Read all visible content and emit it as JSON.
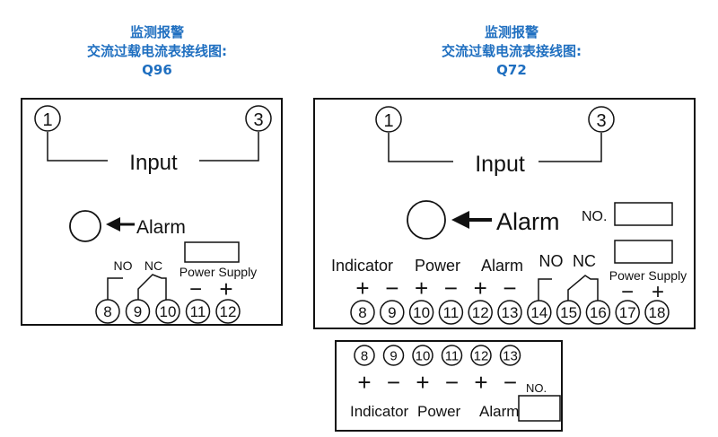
{
  "titles": {
    "left": {
      "line1": "监测报警",
      "line2": "交流过载电流表接线图:",
      "model": "Q96"
    },
    "right": {
      "line1": "监测报警",
      "line2": "交流过载电流表接线图:",
      "model": "Q72"
    }
  },
  "colors": {
    "title": "#1f6fc0",
    "line": "#111111"
  },
  "q96": {
    "input_label": "Input",
    "alarm_label": "Alarm",
    "terminal_top_left": "1",
    "terminal_top_right": "3",
    "no_label": "NO",
    "nc_label": "NC",
    "power_supply_label": "Power Supply",
    "minus_sign": "−",
    "plus_sign": "+",
    "terminals": [
      "8",
      "9",
      "10",
      "11",
      "12"
    ]
  },
  "q72": {
    "input_label": "Input",
    "alarm_label": "Alarm",
    "terminal_top_left": "1",
    "terminal_top_right": "3",
    "no_box_label": "NO.",
    "indicator_label": "Indicator",
    "power_label": "Power",
    "alarm_small_label": "Alarm",
    "no_label": "NO",
    "nc_label": "NC",
    "power_supply_label": "Power Supply",
    "signs": [
      "+",
      "−",
      "+",
      "−",
      "+",
      "−"
    ],
    "ps_minus": "−",
    "ps_plus": "+",
    "terminals": [
      "8",
      "9",
      "10",
      "11",
      "12",
      "13",
      "14",
      "15",
      "16",
      "17",
      "18"
    ]
  },
  "q72_bottom": {
    "terminals": [
      "8",
      "9",
      "10",
      "11",
      "12",
      "13"
    ],
    "signs": [
      "+",
      "−",
      "+",
      "−",
      "+",
      "−"
    ],
    "no_label": "NO.",
    "indicator_label": "Indicator",
    "power_label": "Power",
    "alarm_label": "Alarm"
  }
}
